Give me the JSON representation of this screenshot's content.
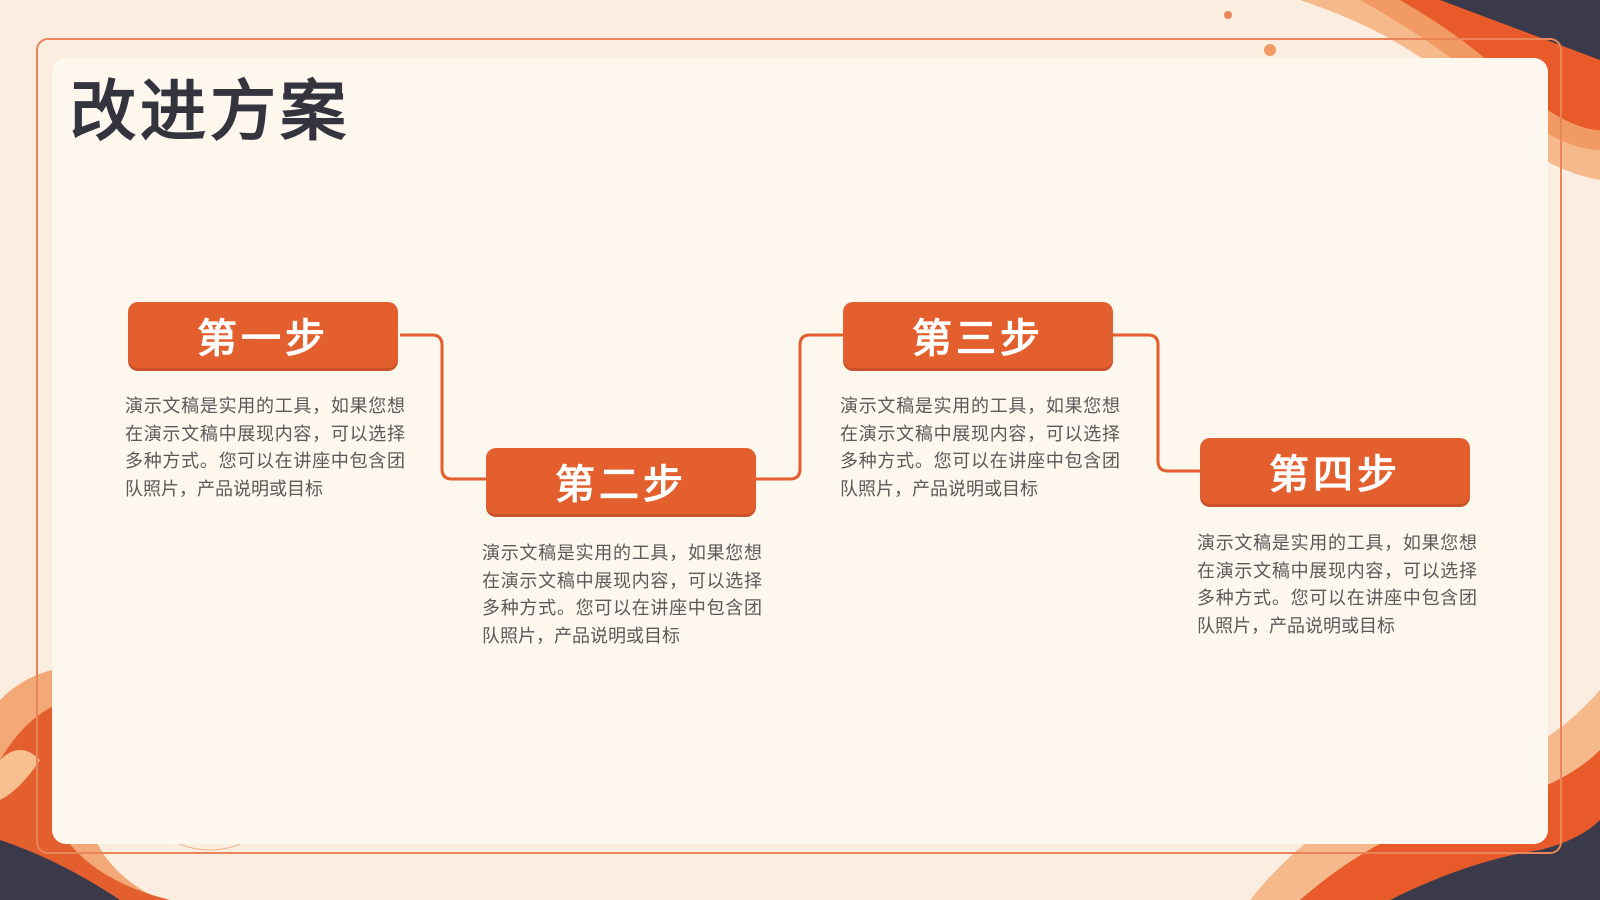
{
  "page": {
    "title": "改进方案"
  },
  "colors": {
    "accent": "#e35f2e",
    "frame": "#e8865a",
    "text": "#5a5a5a",
    "title": "#34343f"
  },
  "steps": [
    {
      "label": "第一步",
      "text": "演示文稿是实用的工具，如果您想在演示文稿中展现内容，可以选择多种方式。您可以在讲座中包含团队照片，产品说明或目标"
    },
    {
      "label": "第二步",
      "text": "演示文稿是实用的工具，如果您想在演示文稿中展现内容，可以选择多种方式。您可以在讲座中包含团队照片，产品说明或目标"
    },
    {
      "label": "第三步",
      "text": "演示文稿是实用的工具，如果您想在演示文稿中展现内容，可以选择多种方式。您可以在讲座中包含团队照片，产品说明或目标"
    },
    {
      "label": "第四步",
      "text": "演示文稿是实用的工具，如果您想在演示文稿中展现内容，可以选择多种方式。您可以在讲座中包含团队照片，产品说明或目标"
    }
  ]
}
